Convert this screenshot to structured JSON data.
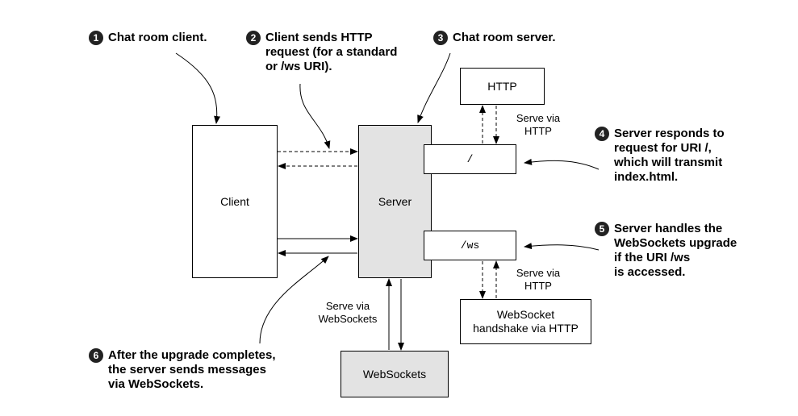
{
  "nodes": {
    "client": "Client",
    "server": "Server",
    "http": "HTTP",
    "root_handler": "/",
    "ws_handler": "/ws",
    "ws_handshake": "WebSocket\nhandshake via HTTP",
    "websockets": "WebSockets"
  },
  "edge_labels": {
    "serve_http_top": "Serve via\nHTTP",
    "serve_http_bottom": "Serve via\nHTTP",
    "serve_ws": "Serve via\nWebSockets"
  },
  "callouts": [
    {
      "number": "1",
      "text": "Chat room client."
    },
    {
      "number": "2",
      "text": "Client sends HTTP\nrequest (for a standard\nor /ws URI)."
    },
    {
      "number": "3",
      "text": "Chat room server."
    },
    {
      "number": "4",
      "text": "Server responds to\nrequest for URI /,\nwhich will transmit\nindex.html."
    },
    {
      "number": "5",
      "text": "Server handles the\nWebSockets upgrade\nif the URI /ws\nis accessed."
    },
    {
      "number": "6",
      "text": "After the upgrade completes,\nthe server sends messages\nvia WebSockets."
    }
  ]
}
